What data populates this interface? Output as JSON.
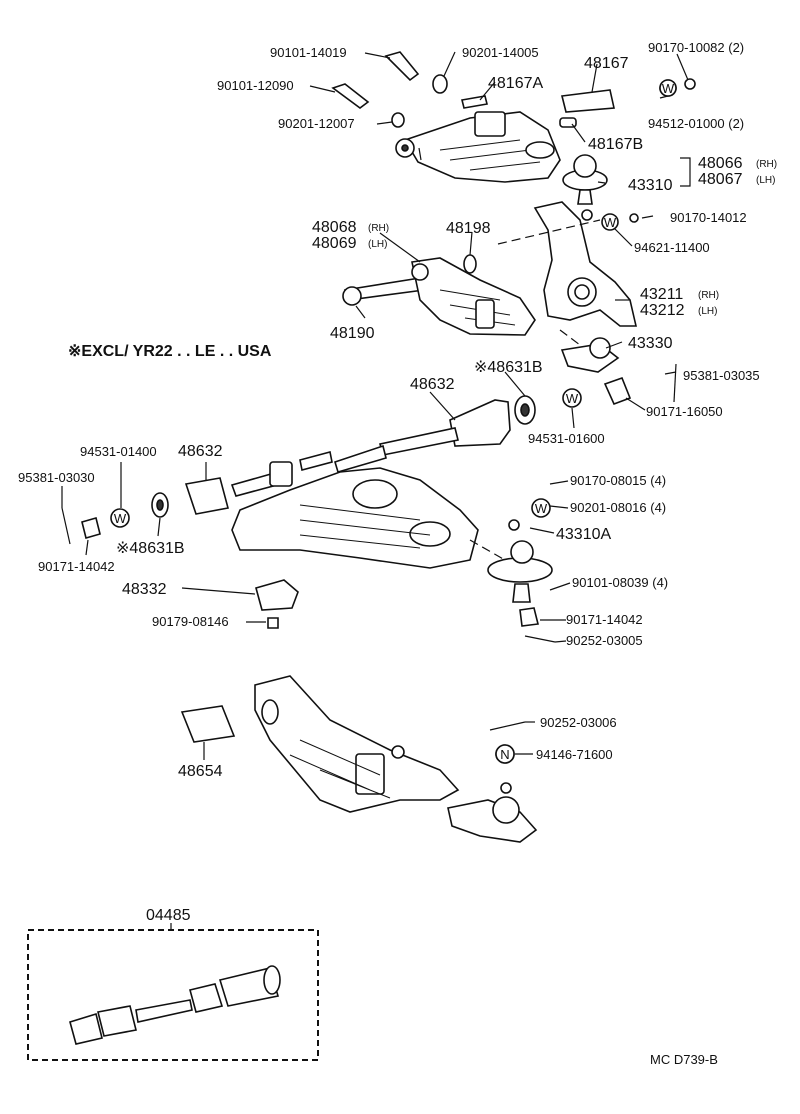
{
  "labels": {
    "p90101_14019": "90101-14019",
    "p90201_14005": "90201-14005",
    "p90170_10082": "90170-10082 (2)",
    "p90101_12090": "90101-12090",
    "p48167A": "48167A",
    "p48167": "48167",
    "p94512_01000": "94512-01000 (2)",
    "p90201_12007": "90201-12007",
    "p48167B": "48167B",
    "p48066": "48066",
    "p48067": "48067",
    "p43310": "43310",
    "p48068": "48068",
    "p48069": "48069",
    "p48198": "48198",
    "p90170_14012": "90170-14012",
    "p94621_11400": "94621-11400",
    "p43211": "43211",
    "p43212": "43212",
    "p48190": "48190",
    "p43330": "43330",
    "p48631B_top": "※48631B",
    "p95381_03035": "95381-03035",
    "p48632_top": "48632",
    "p90171_16050": "90171-16050",
    "p94531_01600": "94531-01600",
    "p94531_01400": "94531-01400",
    "p48632_left": "48632",
    "p95381_03030": "95381-03030",
    "p90170_08015": "90170-08015 (4)",
    "p90201_08016": "90201-08016 (4)",
    "p43310A": "43310A",
    "p48631B_left": "※48631B",
    "p90171_14042_left": "90171-14042",
    "p90101_08039": "90101-08039 (4)",
    "p48332": "48332",
    "p90171_14042_right": "90171-14042",
    "p90179_08146": "90179-08146",
    "p90252_03005": "90252-03005",
    "p90252_03006": "90252-03006",
    "p94146_71600": "94146-71600",
    "p48654": "48654",
    "p04485": "04485"
  },
  "side": {
    "rh": "(RH)",
    "lh": "(LH)"
  },
  "note": "※EXCL/ YR22 . . LE . . USA",
  "footer_code": "MC  D739-B",
  "washer_marks": {
    "w": "W",
    "n": "N"
  }
}
